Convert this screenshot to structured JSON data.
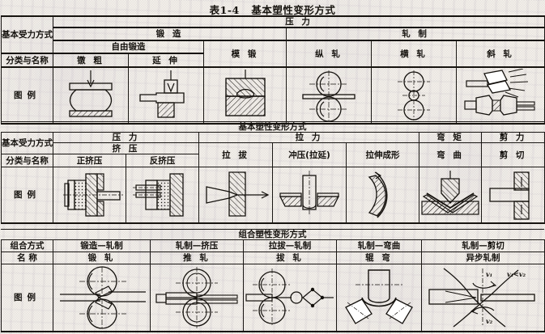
{
  "title": {
    "number": "表1-4",
    "text": "基本塑性变形方式"
  },
  "banners": {
    "section2": "基本塑性变形方式",
    "section3": "组合塑性变形方式"
  },
  "row_labels": {
    "force_mode": "基本受力方式",
    "classification": "分类与名称",
    "illustration": "图例",
    "combination_mode": "组合方式",
    "name": "名    称"
  },
  "section1": {
    "force_groups": [
      {
        "label": "压    力",
        "span": 6
      }
    ],
    "process_groups": [
      {
        "label": "锻    造",
        "span": 3
      },
      {
        "label": "轧    制",
        "span": 3
      }
    ],
    "sub_groups": [
      {
        "label": "自由锻造",
        "span": 2
      },
      {
        "label": "模    锻",
        "span": 1,
        "rowspan": 2
      },
      {
        "label": "纵    轧",
        "span": 1,
        "rowspan": 2
      },
      {
        "label": "横    轧",
        "span": 1,
        "rowspan": 2
      },
      {
        "label": "斜    轧",
        "span": 1,
        "rowspan": 2
      }
    ],
    "methods": [
      {
        "label": "镦    粗",
        "figure": "upsetting"
      },
      {
        "label": "延    伸",
        "figure": "drawing-out"
      },
      {
        "label": "模    锻",
        "figure": "die-forging"
      },
      {
        "label": "纵    轧",
        "figure": "longitudinal-rolling"
      },
      {
        "label": "横    轧",
        "figure": "transverse-rolling"
      },
      {
        "label": "斜    轧",
        "figure": "skew-rolling"
      }
    ]
  },
  "section2": {
    "force_groups": [
      {
        "label": "压    力",
        "span": 2
      },
      {
        "label": "拉    力",
        "span": 3
      },
      {
        "label": "弯    矩",
        "span": 1
      },
      {
        "label": "剪    力",
        "span": 1
      }
    ],
    "sub_groups": [
      {
        "label": "挤    压",
        "span": 2
      },
      {
        "label": "拉    拔",
        "span": 1,
        "rowspan": 2
      },
      {
        "label": "冲压(拉延)",
        "span": 1,
        "rowspan": 2
      },
      {
        "label": "拉伸成形",
        "span": 1,
        "rowspan": 2
      },
      {
        "label": "弯    曲",
        "span": 1,
        "rowspan": 2
      },
      {
        "label": "剪    切",
        "span": 1,
        "rowspan": 2
      }
    ],
    "methods": [
      {
        "label": "正挤压",
        "figure": "forward-extrusion"
      },
      {
        "label": "反挤压",
        "figure": "backward-extrusion"
      },
      {
        "label": "拉    拔",
        "figure": "wire-drawing"
      },
      {
        "label": "冲压(拉延)",
        "figure": "deep-drawing"
      },
      {
        "label": "拉伸成形",
        "figure": "stretch-forming"
      },
      {
        "label": "弯    曲",
        "figure": "v-bending"
      },
      {
        "label": "剪    切",
        "figure": "shearing"
      }
    ]
  },
  "section3": {
    "combinations": [
      {
        "mode": "锻造—轧制",
        "name": "锻    轧",
        "figure": "roll-forging"
      },
      {
        "mode": "轧制—挤压",
        "name": "推    轧",
        "figure": "push-rolling"
      },
      {
        "mode": "拉拔—轧制",
        "name": "拔    轧",
        "figure": "draw-rolling"
      },
      {
        "mode": "轧制—弯曲",
        "name": "辊    弯",
        "figure": "roll-bending"
      },
      {
        "mode": "轧制—剪切",
        "name": "异步轧制",
        "figure": "asymmetric-rolling"
      }
    ]
  },
  "annotations": {
    "v1": "v₁",
    "v2": "v₂",
    "v_relation": "v₁<v₂"
  },
  "colors": {
    "ink": "#14110d",
    "paper": "#f4f1ec",
    "bleed": "#8a77a8"
  }
}
